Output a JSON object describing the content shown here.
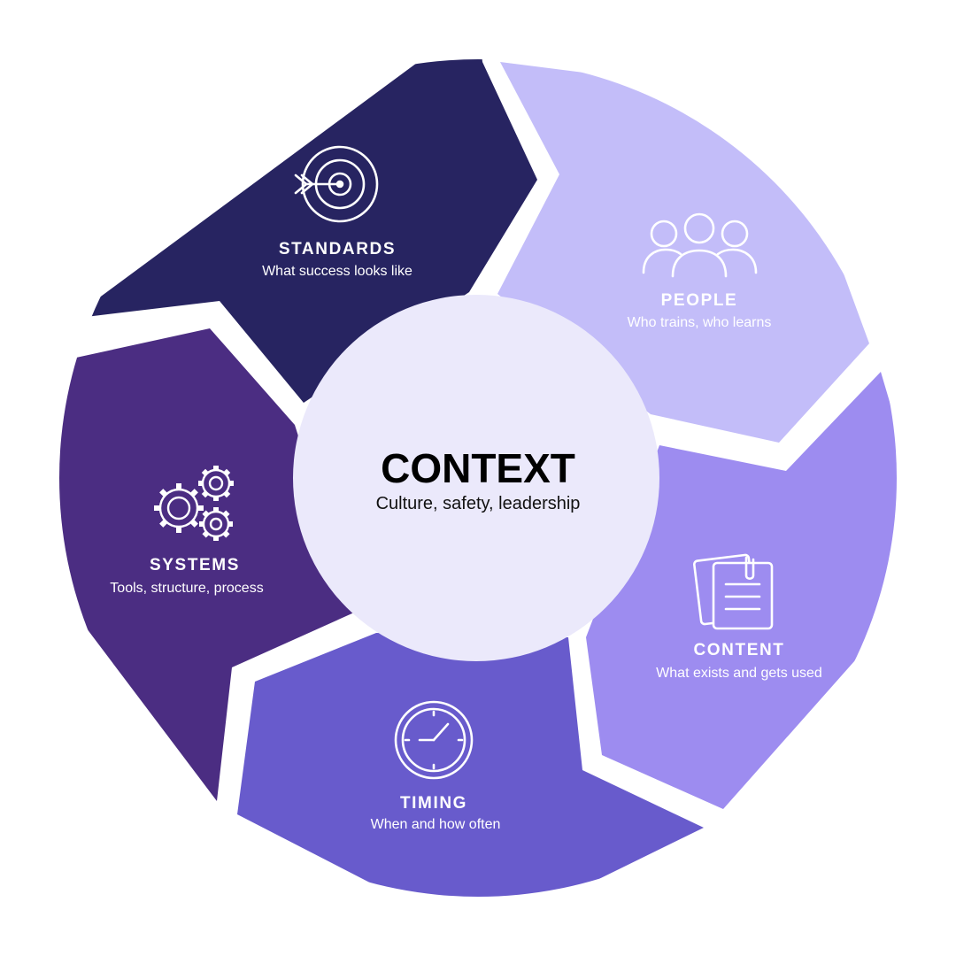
{
  "center": {
    "title": "CONTEXT",
    "subtitle": "Culture, safety, leadership",
    "color": "#ebe9fb"
  },
  "segments": [
    {
      "key": "standards",
      "title": "STANDARDS",
      "subtitle": "What success looks like",
      "icon": "target-icon",
      "color": "#272461",
      "text_color": "#ffffff"
    },
    {
      "key": "people",
      "title": "PEOPLE",
      "subtitle": "Who trains, who learns",
      "icon": "people-group-icon",
      "color": "#c3bdf9",
      "text_color": "#ffffff"
    },
    {
      "key": "content",
      "title": "CONTENT",
      "subtitle": "What exists and gets used",
      "icon": "clipboard-notes-icon",
      "color": "#9d8cf0",
      "text_color": "#ffffff"
    },
    {
      "key": "timing",
      "title": "TIMING",
      "subtitle": "When and how often",
      "icon": "clock-icon",
      "color": "#685bcc",
      "text_color": "#ffffff"
    },
    {
      "key": "systems",
      "title": "SYSTEMS",
      "subtitle": "Tools, structure, process",
      "icon": "gears-icon",
      "color": "#4b2d82",
      "text_color": "#ffffff"
    }
  ]
}
